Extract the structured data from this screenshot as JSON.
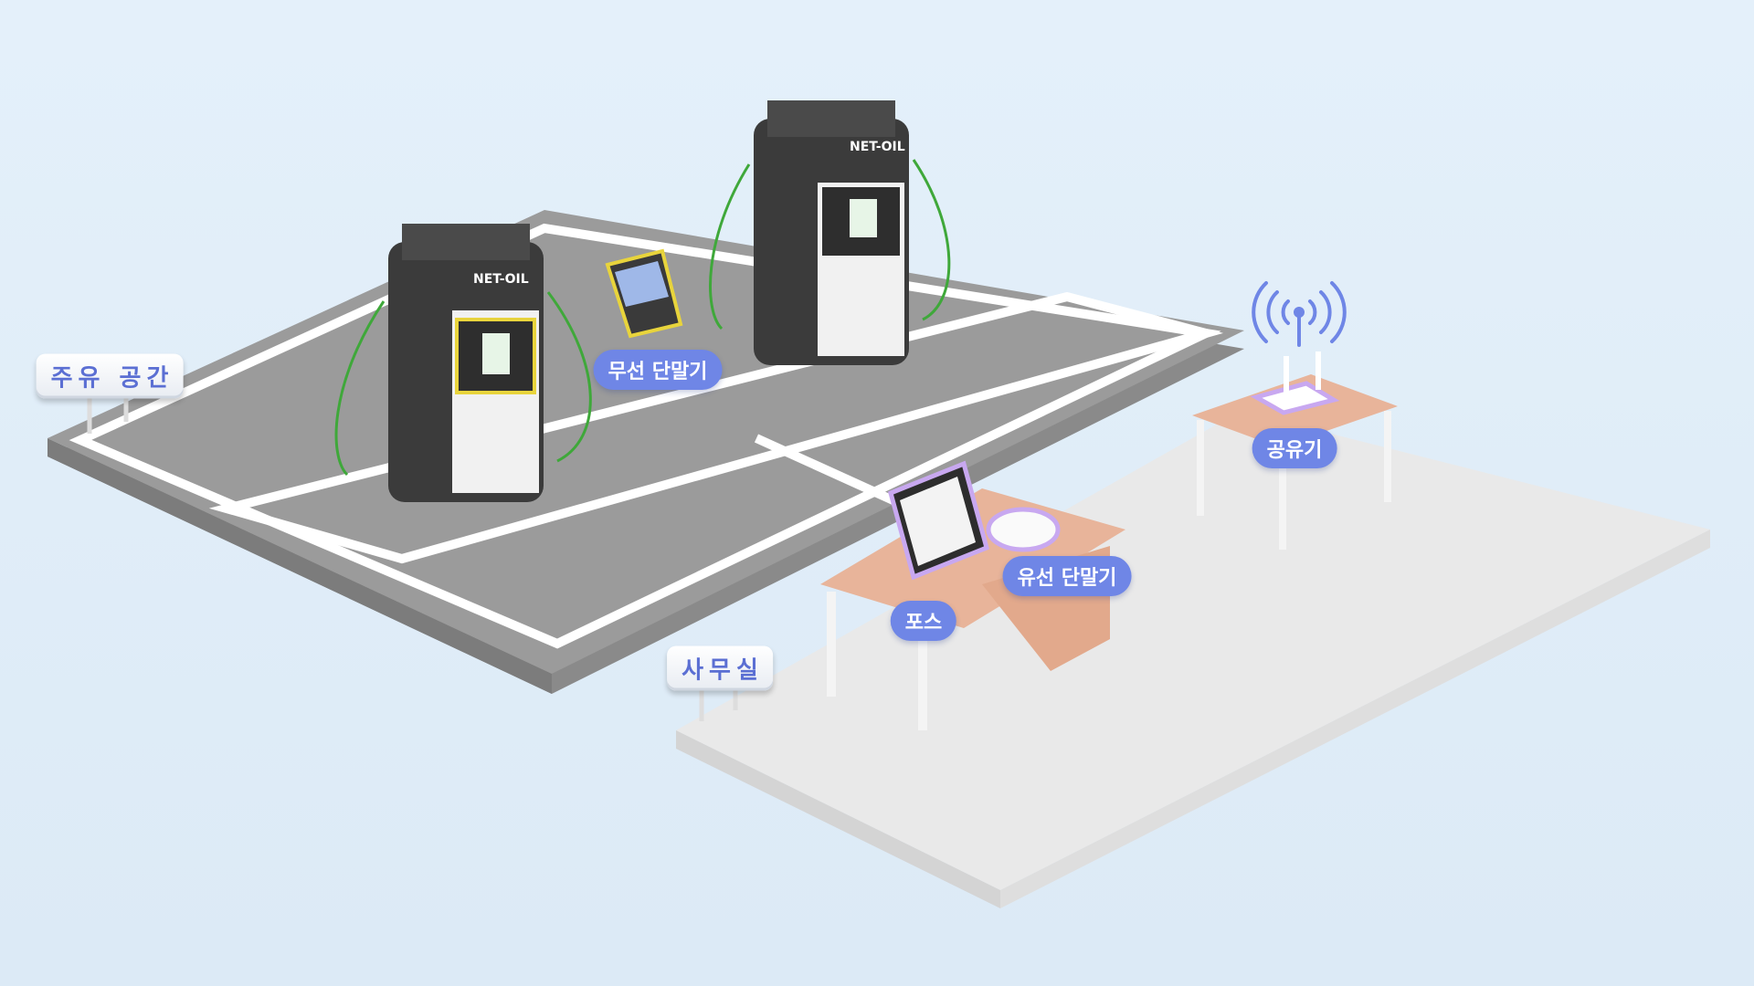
{
  "zones": {
    "fuel_area": "주유 공간",
    "office": "사무실"
  },
  "labels": {
    "wireless_terminal": "무선 단말기",
    "router": "공유기",
    "wired_terminal": "유선 단말기",
    "pos": "포스"
  },
  "pumps": {
    "brand": "NET-OIL"
  },
  "colors": {
    "label_bg": "#6f86e6",
    "label_text": "#ffffff",
    "sign_text": "#5b6fd3",
    "highlight_yellow": "#e8d43c",
    "highlight_purple": "#c8a8f0",
    "hose_green": "#3fa83a",
    "floor_gray": "#9a9a9a",
    "office_floor": "#eeeeee",
    "desk_wood": "#e8b49a"
  },
  "icons": [
    "wifi-signal-icon",
    "fuel-pump-icon",
    "router-icon",
    "pos-monitor-icon",
    "card-terminal-icon"
  ]
}
